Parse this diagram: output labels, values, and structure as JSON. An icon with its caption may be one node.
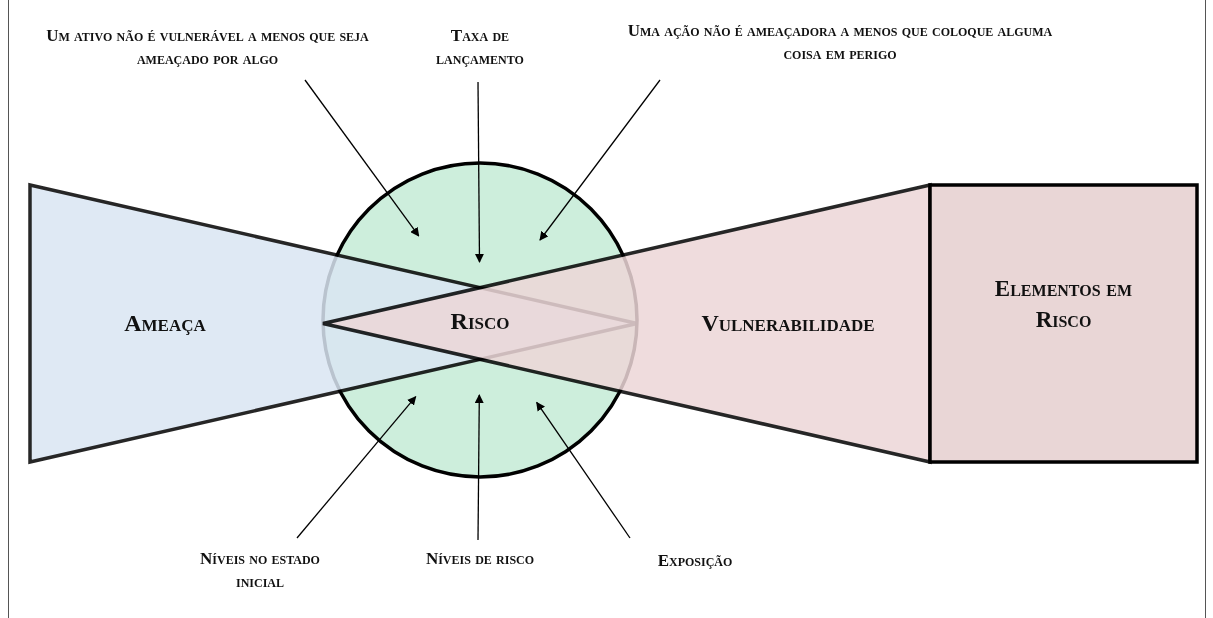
{
  "diagram": {
    "nodes": [
      {
        "text": [
          "Ameaça"
        ]
      },
      {
        "text": [
          "Vulnerabilidade"
        ]
      },
      {
        "text": [
          "Elementos em Risco"
        ]
      },
      {
        "text": [
          "Risco"
        ]
      },
      {
        "text": [
          "Um ativo não é vulnerável a menos que seja ameaçado por algo"
        ]
      },
      {
        "text": [
          "Taxa de lançamento"
        ]
      },
      {
        "text": [
          "Uma ação não é ameaçadora a menos que coloque alguma coisa em perigo"
        ]
      },
      {
        "text": [
          "Níveis no estado inicial"
        ]
      },
      {
        "text": [
          "Níveis de risco"
        ]
      },
      {
        "text": [
          "Exposição"
        ]
      }
    ],
    "edges": [
      {
        "from": 4,
        "to": 3,
        "arrow": "to"
      },
      {
        "from": 5,
        "to": 3,
        "arrow": "to"
      },
      {
        "from": 6,
        "to": 3,
        "arrow": "to"
      },
      {
        "from": 7,
        "to": 3,
        "arrow": "to"
      },
      {
        "from": 8,
        "to": 3,
        "arrow": "to"
      },
      {
        "from": 9,
        "to": 3,
        "arrow": "to"
      }
    ]
  }
}
